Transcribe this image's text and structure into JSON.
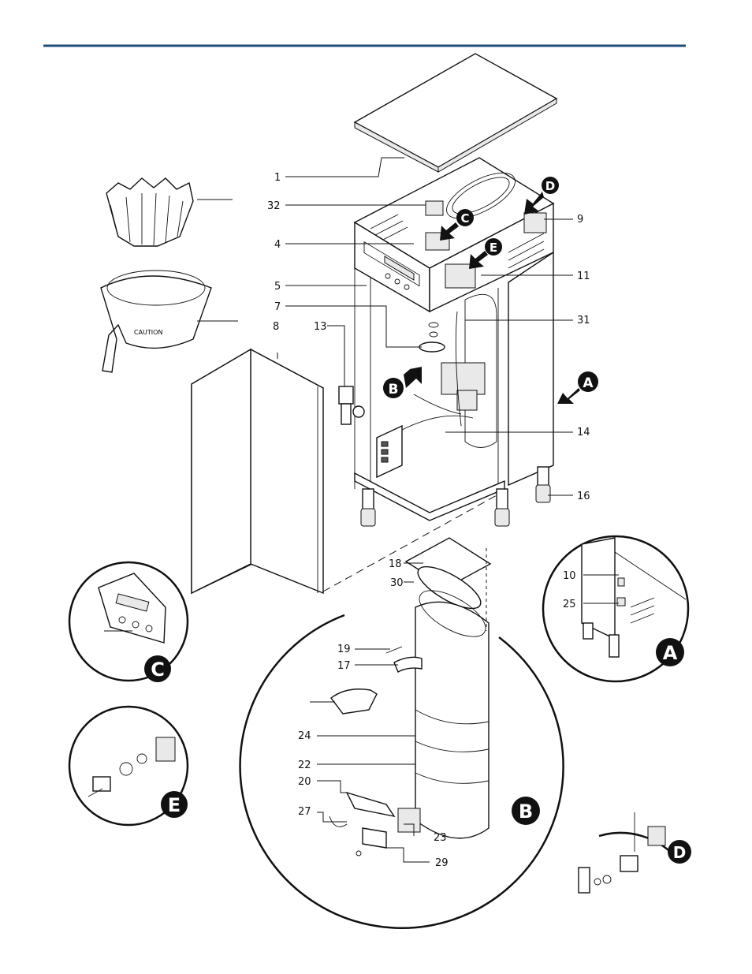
{
  "header": {
    "rule_color": "#1f4e79"
  },
  "callouts": [
    "1",
    "32",
    "4",
    "5",
    "7",
    "8",
    "13",
    "9",
    "11",
    "31",
    "14",
    "16",
    "18",
    "30",
    "19",
    "17",
    "24",
    "22",
    "20",
    "27",
    "23",
    "29",
    "10",
    "25"
  ],
  "detail_badges": [
    "A",
    "B",
    "C",
    "D",
    "E"
  ],
  "panel_arrows": [
    "A",
    "B",
    "C",
    "D",
    "E"
  ],
  "basket_stamp": "CAUTION",
  "colors": {
    "ink": "#111111",
    "badge": "#111111",
    "rule": "#1f4e79"
  }
}
